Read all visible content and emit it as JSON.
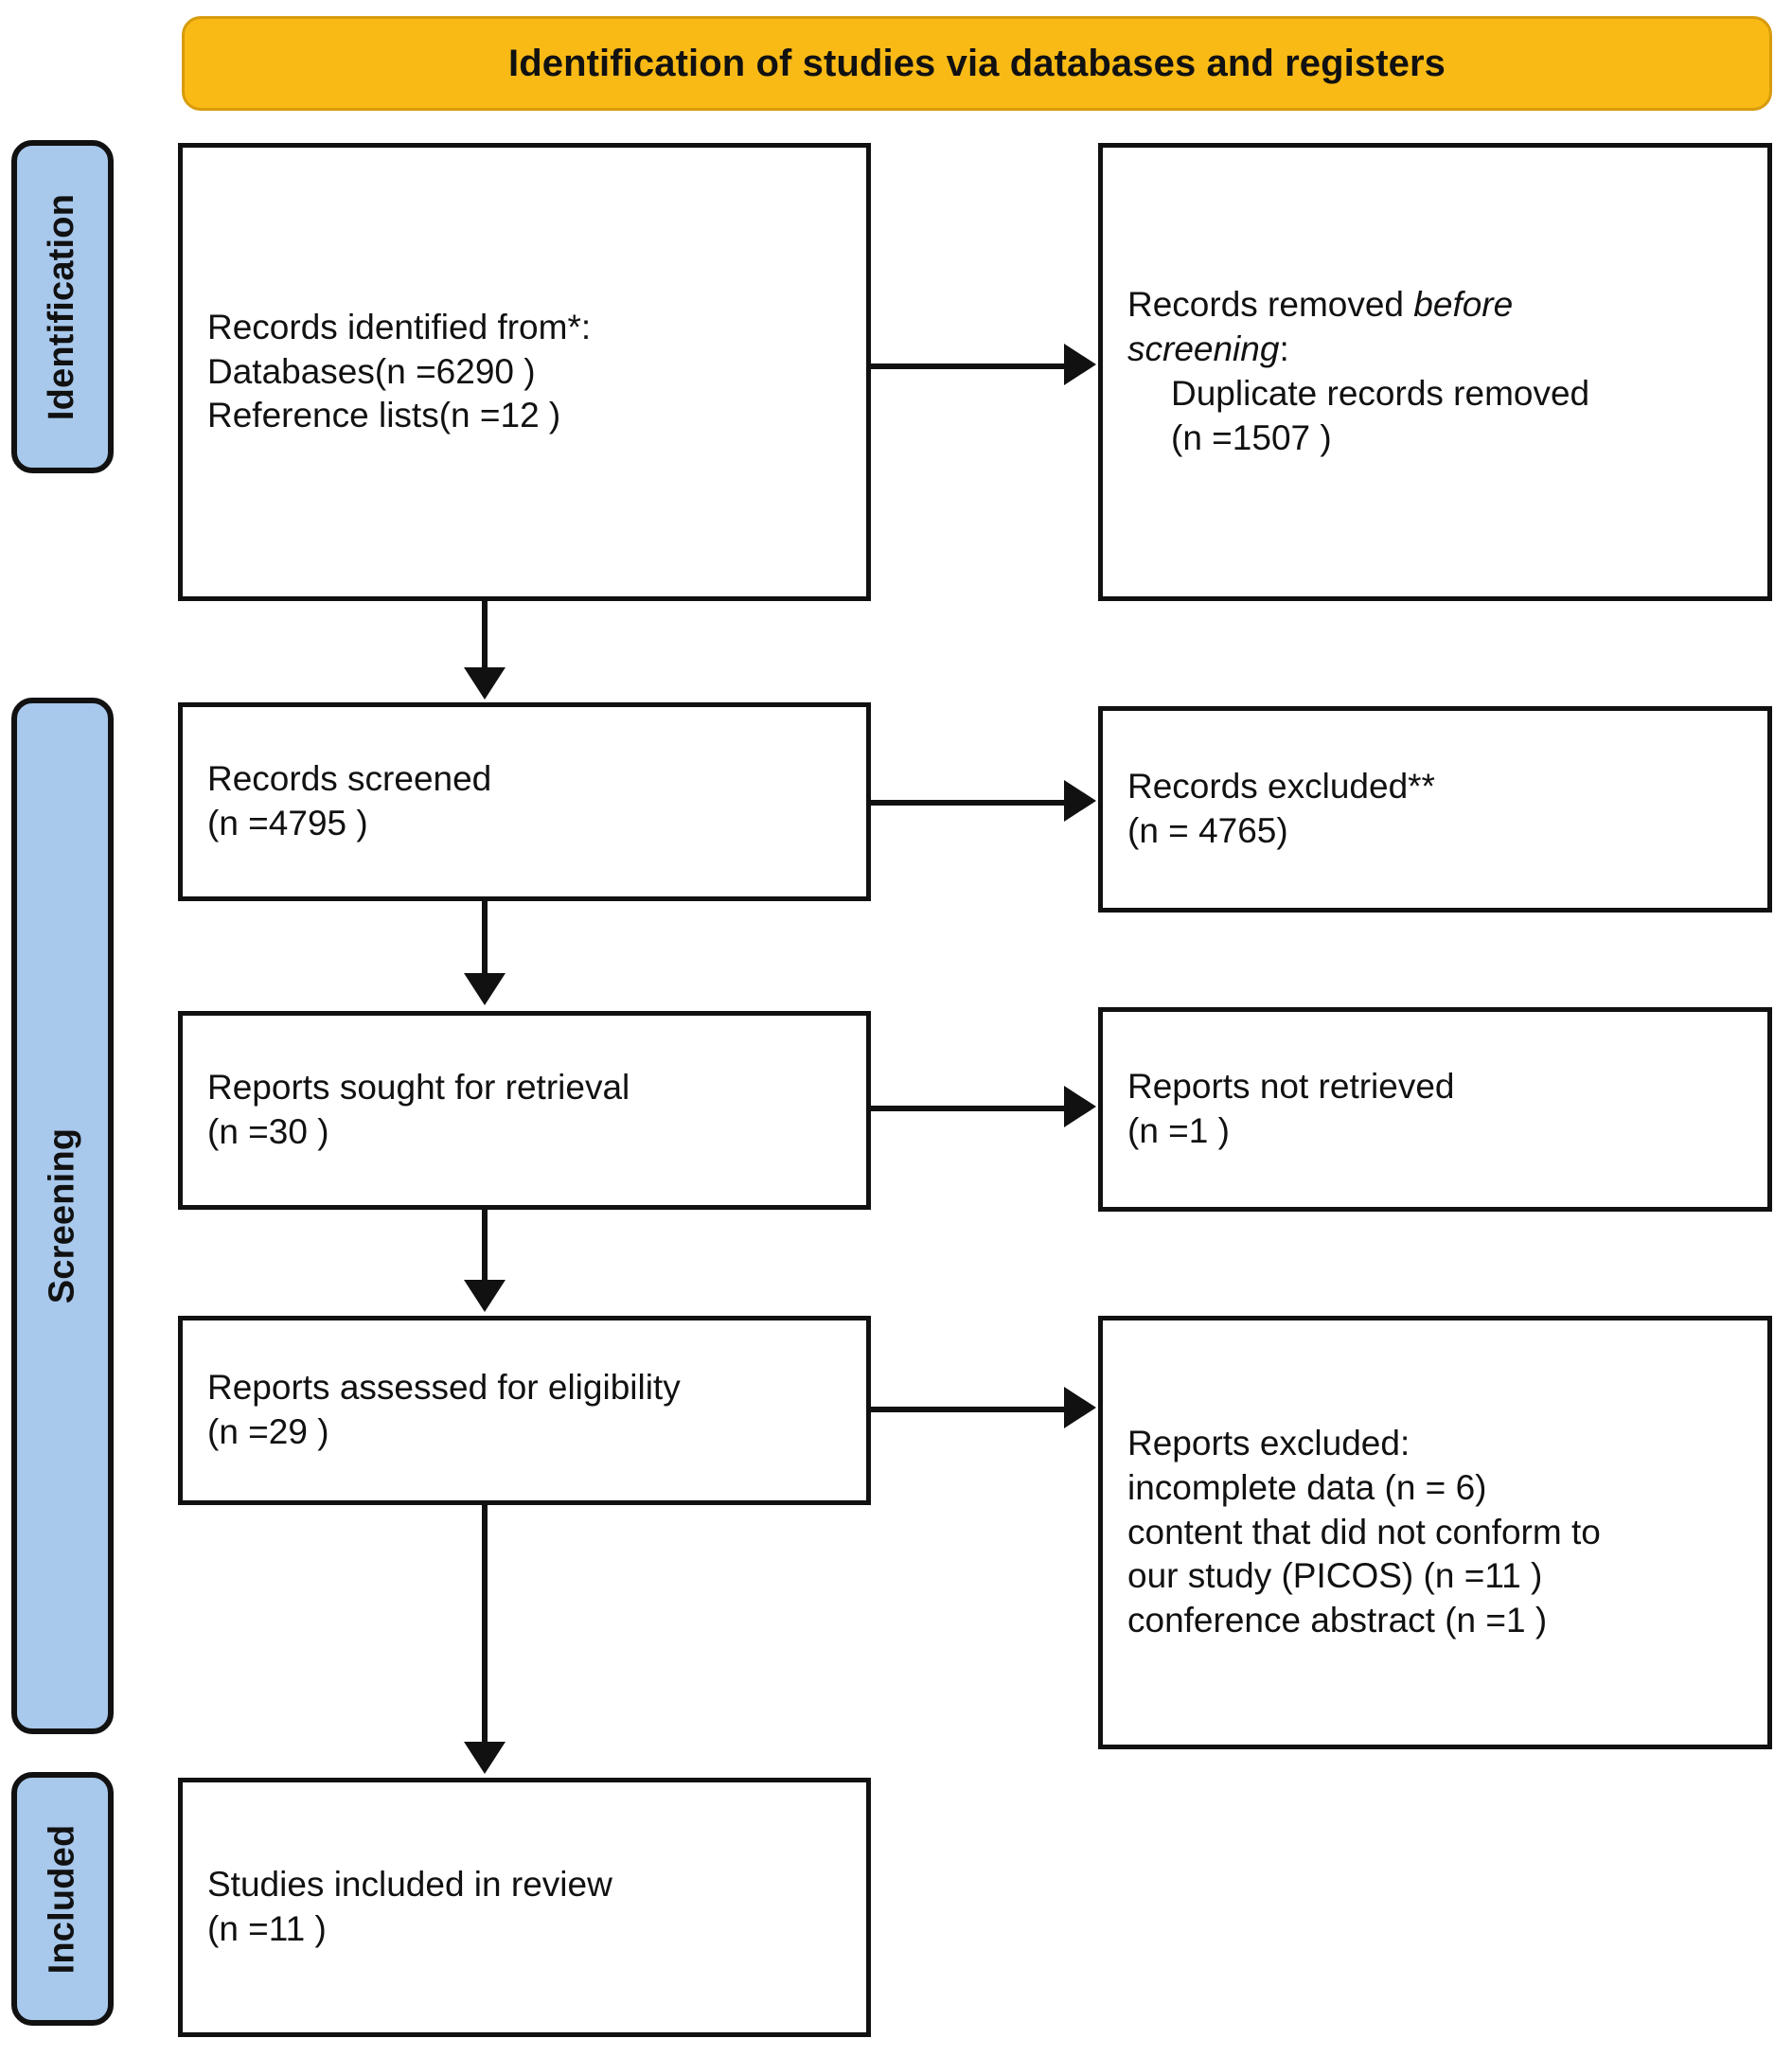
{
  "diagram": {
    "type": "prisma-flow-diagram",
    "banner": {
      "title": "Identification of studies via databases and registers",
      "background_color": "#F9BA16",
      "border_color": "#D79B0C"
    },
    "stage_labels": [
      {
        "key": "identification",
        "label": "Identification"
      },
      {
        "key": "screening",
        "label": "Screening"
      },
      {
        "key": "included",
        "label": "Included"
      }
    ],
    "stage_label_color": "#A8C8EC",
    "boxes": {
      "identified": {
        "text": "Records identified from*:\nDatabases(n =6290 )\nReference lists(n =12 )",
        "line1": "Records identified from*:",
        "line2": "Databases(n =6290 )",
        "line3": "Reference lists(n =12 )"
      },
      "removed": {
        "line1_prefix": "Records removed ",
        "line1_italic": "before",
        "line2_italic": "screening",
        "line2_suffix": ":",
        "line3": "Duplicate records removed",
        "line4": "(n =1507 )"
      },
      "screened": {
        "text": "Records screened\n(n =4795 )",
        "line1": "Records screened",
        "line2": "(n =4795 )"
      },
      "excluded_records": {
        "text": "Records excluded**\n(n = 4765)",
        "line1": "Records excluded**",
        "line2": "(n = 4765)"
      },
      "sought": {
        "text": "Reports sought for retrieval\n(n =30 )",
        "line1": "Reports sought for retrieval",
        "line2": "(n =30 )"
      },
      "not_retrieved": {
        "text": "Reports not retrieved\n(n =1 )",
        "line1": "Reports not retrieved",
        "line2": "(n =1 )"
      },
      "assessed": {
        "text": "Reports assessed for eligibility\n(n =29 )",
        "line1": "Reports assessed for eligibility",
        "line2": "(n =29 )"
      },
      "excluded_reports": {
        "text": "Reports excluded:\nincomplete data (n = 6)\ncontent that did not conform to\nour study (PICOS) (n =11 )\nconference abstract (n =1 )",
        "line1": "Reports excluded:",
        "line2": "incomplete data (n = 6)",
        "line3": "content that did not conform to",
        "line4": "our study (PICOS) (n =11 )",
        "line5": "conference abstract (n =1 )"
      },
      "included": {
        "text": "Studies included in review\n(n =11 )",
        "line1": "Studies included in review",
        "line2": "(n =11 )"
      }
    },
    "counts": {
      "databases": 6290,
      "reference_lists": 12,
      "duplicates_removed": 1507,
      "records_screened": 4795,
      "records_excluded": 4765,
      "reports_sought": 30,
      "reports_not_retrieved": 1,
      "reports_assessed": 29,
      "excluded_incomplete_data": 6,
      "excluded_picos_nonconform": 11,
      "excluded_conference_abstract": 1,
      "studies_included": 11
    }
  }
}
